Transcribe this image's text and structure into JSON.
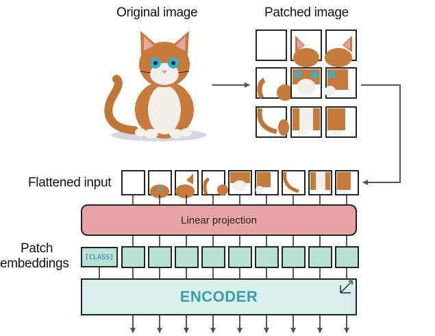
{
  "headings": {
    "original": "Original image",
    "patched": "Patched image"
  },
  "labels": {
    "flattened": "Flattened input",
    "patch_line1": "Patch",
    "patch_line2": "embeddings"
  },
  "blocks": {
    "projection": "Linear projection",
    "class_token": "[CLASS]",
    "encoder": "ENCODER"
  },
  "colors": {
    "projection_fill": "#e7a4a4",
    "embedding_fill": "#b9e2d7",
    "encoder_fill": "#d8eeec",
    "encoder_text": "#3aa0a4",
    "class_text": "#2a6ab4",
    "arrow": "#555555"
  }
}
